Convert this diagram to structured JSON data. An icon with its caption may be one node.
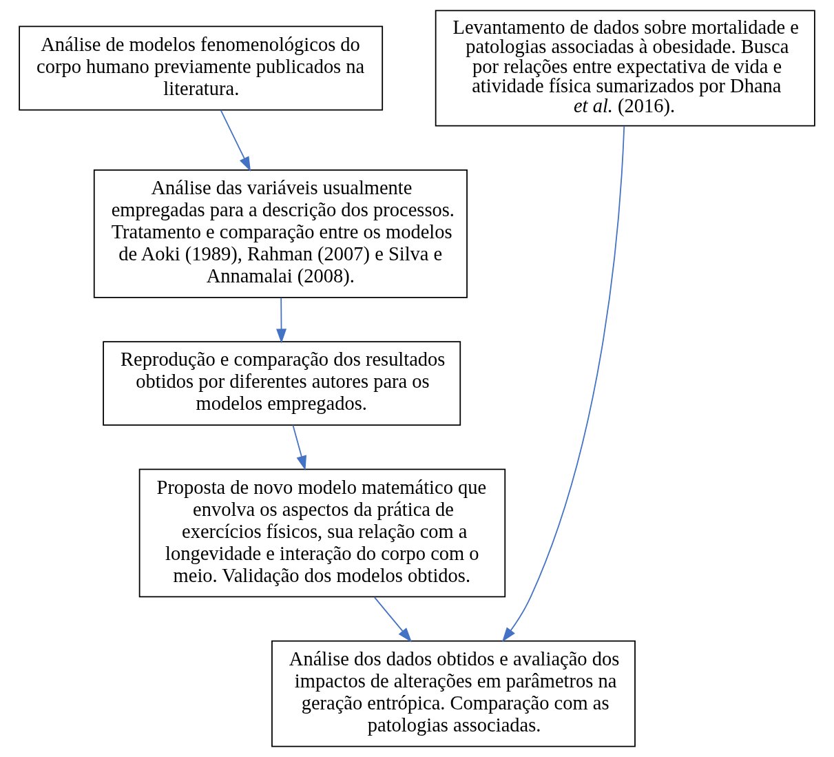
{
  "diagram": {
    "nodes": [
      {
        "text": [
          "Análise de modelos fenomenológicos do corpo humano previamente publicados na literatura."
        ]
      },
      {
        "text": [
          "Levantamento de dados sobre mortalidade e patologias associadas à obesidade. Busca por relações entre expectativa de vida e atividade física sumarizados por Dhana *et al.* (2016)."
        ]
      },
      {
        "text": [
          "Análise das variáveis usualmente empregadas para a descrição dos processos. Tratamento e comparação entre os modelos de Aoki (1989), Rahman (2007) e Silva e Annamalai (2008)."
        ]
      },
      {
        "text": [
          "Reprodução e comparação dos resultados obtidos por diferentes autores para os modelos empregados."
        ]
      },
      {
        "text": [
          "Proposta de novo modelo matemático que envolva os aspectos da prática de exercícios físicos, sua relação com a longevidade e interação do corpo com o meio. Validação dos modelos obtidos."
        ]
      },
      {
        "text": [
          "Análise dos dados obtidos e avaliação dos impactos de alterações em parâmetros na geração entrópica. Comparação com as patologias associadas."
        ]
      }
    ],
    "edges": [
      {
        "from": 0,
        "to": 2,
        "arrow": "to"
      },
      {
        "from": 2,
        "to": 3,
        "arrow": "to"
      },
      {
        "from": 3,
        "to": 4,
        "arrow": "to"
      },
      {
        "from": 4,
        "to": 5,
        "arrow": "to"
      },
      {
        "from": 1,
        "to": 5,
        "arrow": "to"
      }
    ]
  }
}
